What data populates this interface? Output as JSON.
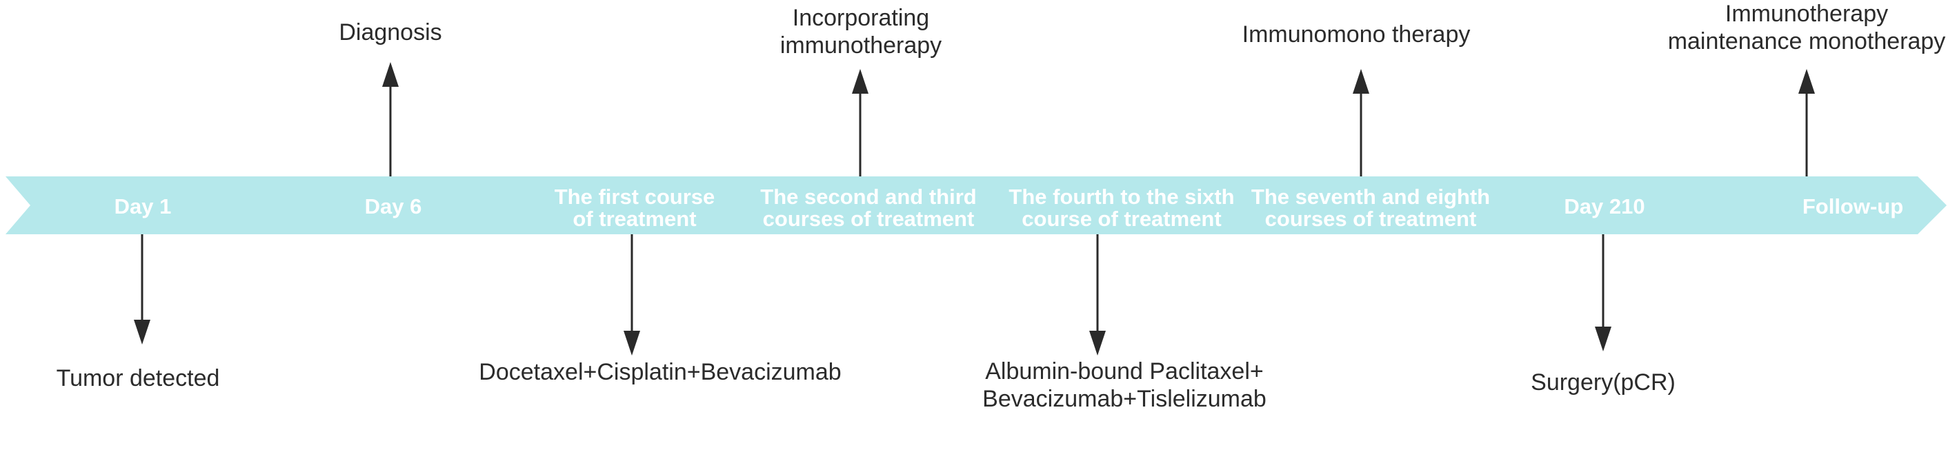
{
  "colors": {
    "band": "#b5e8eb",
    "stage_text": "#ffffff",
    "event_text": "#2b2b2b",
    "arrow": "#2a2a2a"
  },
  "timeline": {
    "stages": [
      {
        "label_lines": [
          "Day 1"
        ]
      },
      {
        "label_lines": [
          "Day 6"
        ]
      },
      {
        "label_lines": [
          "The first course",
          "of treatment"
        ]
      },
      {
        "label_lines": [
          "The second and third",
          "courses of treatment"
        ]
      },
      {
        "label_lines": [
          "The fourth to the sixth",
          "course of treatment"
        ]
      },
      {
        "label_lines": [
          "The seventh and eighth",
          "courses of treatment"
        ]
      },
      {
        "label_lines": [
          "Day 210"
        ]
      },
      {
        "label_lines": [
          "Follow-up"
        ]
      }
    ],
    "events_above": [
      {
        "label_lines": [
          "Diagnosis"
        ]
      },
      {
        "label_lines": [
          "Incorporating",
          "immunotherapy"
        ]
      },
      {
        "label_lines": [
          "Immunomono therapy"
        ]
      },
      {
        "label_lines": [
          "Immunotherapy",
          "maintenance monotherapy"
        ]
      }
    ],
    "events_below": [
      {
        "label_lines": [
          "Tumor detected"
        ]
      },
      {
        "label_lines": [
          "Docetaxel+Cisplatin+Bevacizumab"
        ]
      },
      {
        "label_lines": [
          "Albumin-bound Paclitaxel+",
          "Bevacizumab+Tislelizumab"
        ]
      },
      {
        "label_lines": [
          "Surgery(pCR)"
        ]
      }
    ]
  }
}
